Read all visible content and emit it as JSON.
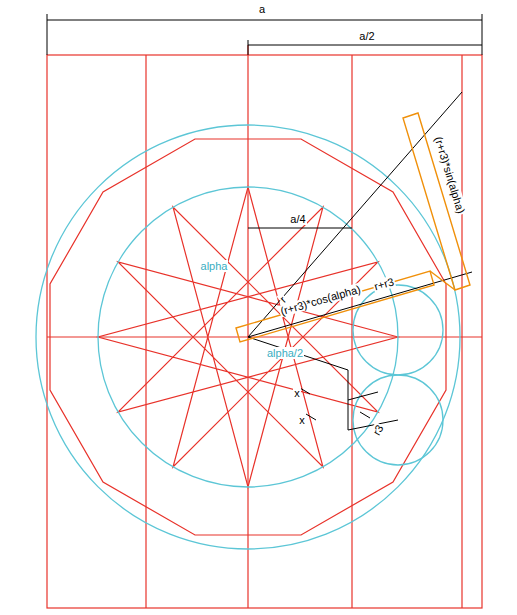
{
  "diagram": {
    "labels": [
      "a",
      "a/2",
      "a/4",
      "alpha",
      "r",
      "(r+r3)*cos(alpha)",
      "r+r3",
      "(r+r3)*sin(alpha)",
      "alpha/2",
      "x",
      "x",
      "r3"
    ]
  }
}
